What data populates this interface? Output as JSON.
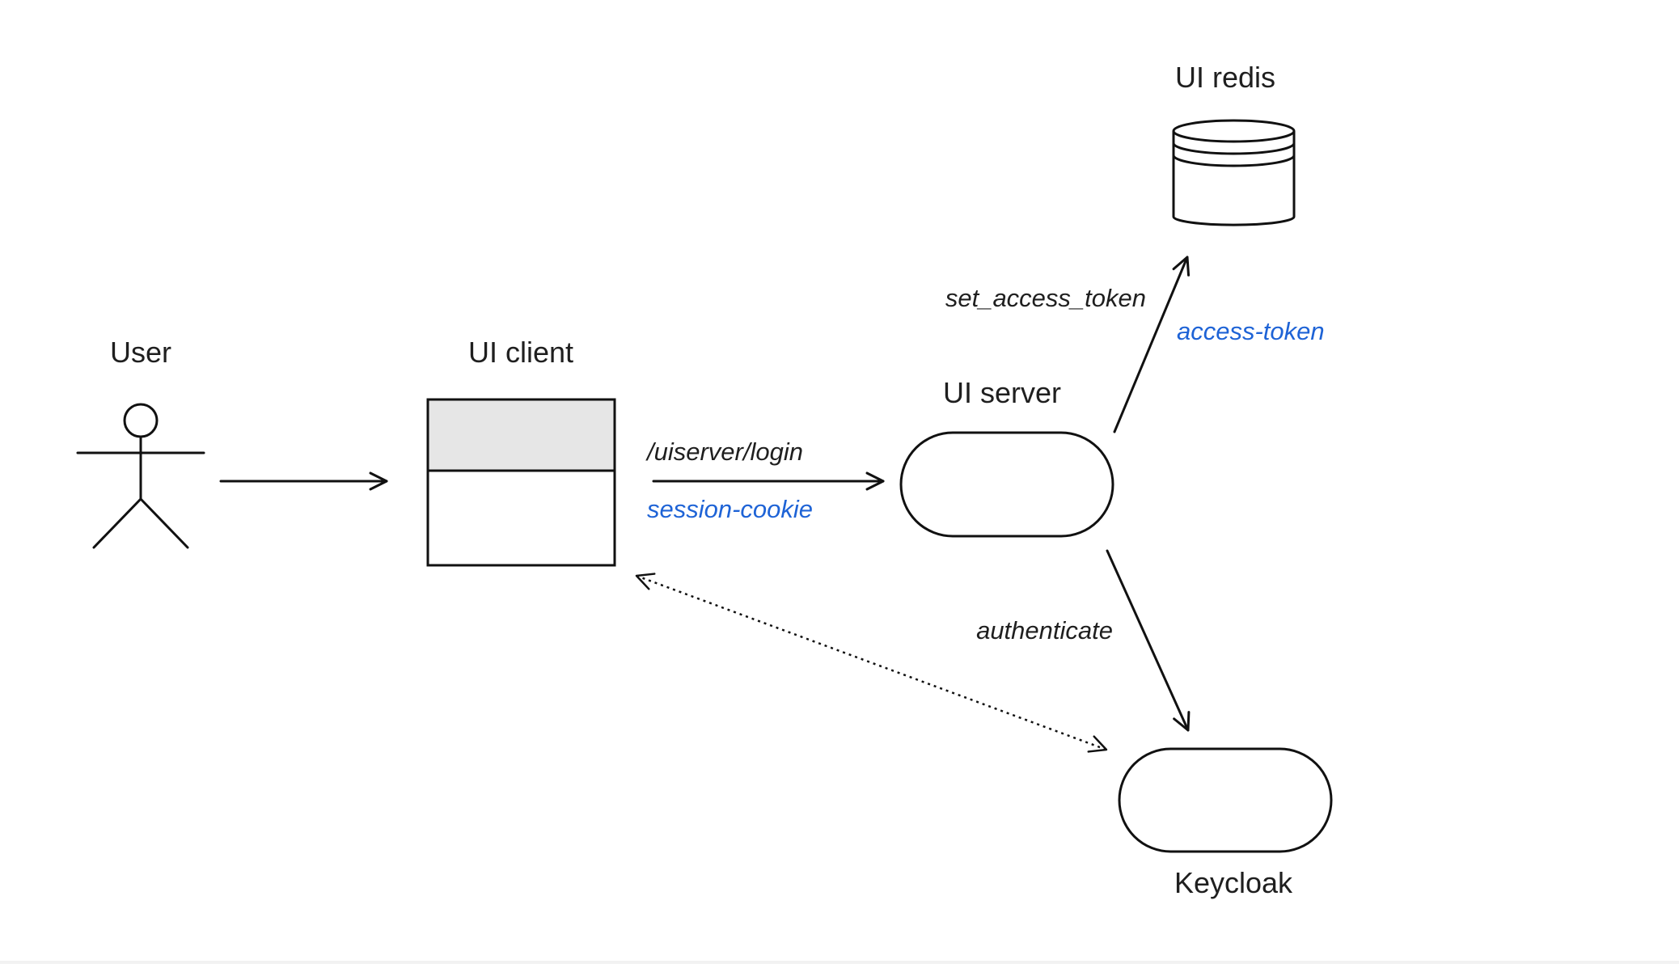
{
  "diagram": {
    "nodes": {
      "user": {
        "label": "User",
        "icon": "actor-icon"
      },
      "ui_client": {
        "label": "UI client",
        "icon": "browser-window-icon"
      },
      "ui_server": {
        "label": "UI server",
        "icon": "rounded-process"
      },
      "ui_redis": {
        "label": "UI redis",
        "icon": "database-cylinder-icon"
      },
      "keycloak": {
        "label": "Keycloak",
        "icon": "rounded-process"
      }
    },
    "edges": {
      "user_to_client": {
        "style": "solid",
        "direction": "forward"
      },
      "client_to_server": {
        "label": "/uiserver/login",
        "sub_label": "session-cookie",
        "style": "solid",
        "direction": "forward"
      },
      "server_to_redis": {
        "label": "set_access_token",
        "sub_label": "access-token",
        "style": "solid",
        "direction": "forward"
      },
      "server_to_keycloak": {
        "label": "authenticate",
        "style": "solid",
        "direction": "forward"
      },
      "client_keycloak": {
        "style": "dotted",
        "direction": "both"
      }
    },
    "colors": {
      "stroke": "#111111",
      "text": "#1f1f1f",
      "accent": "#1e63d6",
      "client_header": "#e6e6e6"
    }
  }
}
